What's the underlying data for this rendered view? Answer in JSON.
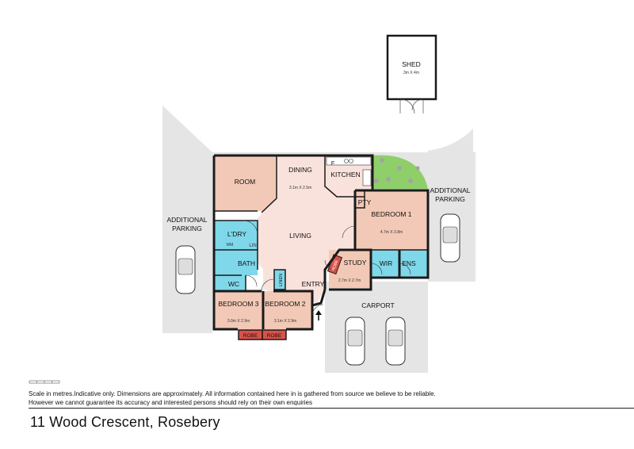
{
  "rooms": {
    "shed": {
      "label": "SHED",
      "dims": "3m X 4m"
    },
    "room": {
      "label": "ROOM"
    },
    "dining": {
      "label": "DINING",
      "dims": "3.1m X 2.5m"
    },
    "kitchen": {
      "label": "KITCHEN"
    },
    "fridge": {
      "label": "F"
    },
    "pantry": {
      "label": "PTY"
    },
    "bedroom1": {
      "label": "BEDROOM 1",
      "dims": "4.7m X 3.8m"
    },
    "laundry": {
      "label": "L'DRY"
    },
    "wm": {
      "label": "WM"
    },
    "lin": {
      "label": "LIN"
    },
    "living": {
      "label": "LIVING"
    },
    "bath": {
      "label": "BATH"
    },
    "study": {
      "label": "STUDY",
      "dims": "2.7m X 2.7m"
    },
    "study_robe": {
      "label": "ROBE"
    },
    "wir": {
      "label": "WIR"
    },
    "ens": {
      "label": "ENS"
    },
    "wc": {
      "label": "WC"
    },
    "linen": {
      "label": "LINEN"
    },
    "entry": {
      "label": "ENTRY"
    },
    "bedroom3": {
      "label": "BEDROOM 3",
      "dims": "3.0m X 2.9m"
    },
    "bedroom2": {
      "label": "BEDROOM 2",
      "dims": "3.1m X 2.9m"
    },
    "robe3": {
      "label": "ROBE"
    },
    "robe2": {
      "label": "ROBE"
    }
  },
  "outdoor": {
    "parking_left": [
      "ADDITIONAL",
      "PARKING"
    ],
    "parking_right": [
      "ADDITIONAL",
      "PARKING"
    ],
    "carport": "CARPORT"
  },
  "colors": {
    "bedroom": "#f2c9b6",
    "living": "#f9e2dc",
    "wet": "#7fd7ea",
    "outdoor": "#e5e5e5",
    "garden": "#8fcf6a",
    "robe": "#d9524a"
  },
  "footer": {
    "disclaimer": "Scale in metres.Indicative only. Dimensions are approximately. All information contained here in is gathered from source we believe to be reliable. However we cannot guarantee its accuracy and interested persons should rely on their own enquiries",
    "address": "11 Wood Crescent, Rosebery"
  }
}
